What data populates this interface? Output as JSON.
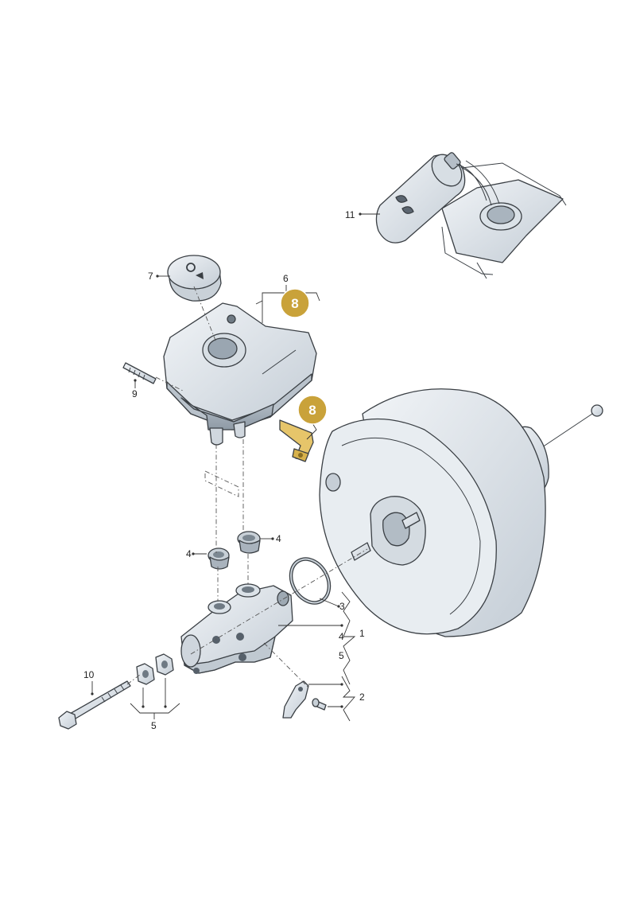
{
  "callouts": {
    "label_1": "1",
    "label_2": "2",
    "label_3": "3",
    "label_4a": "4",
    "label_4b": "4",
    "label_4c": "4",
    "label_5a": "5",
    "label_5b": "5",
    "label_6": "6",
    "label_7": "7",
    "label_9": "9",
    "label_10": "10",
    "label_11": "11"
  },
  "badges": {
    "badge_a": "8",
    "badge_b": "8"
  },
  "colors": {
    "badge_fill": "#c9a23a",
    "highlight_part": "#e6c56a",
    "part_fill": "#e3e9ee",
    "part_shade": "#c4ccd4"
  }
}
